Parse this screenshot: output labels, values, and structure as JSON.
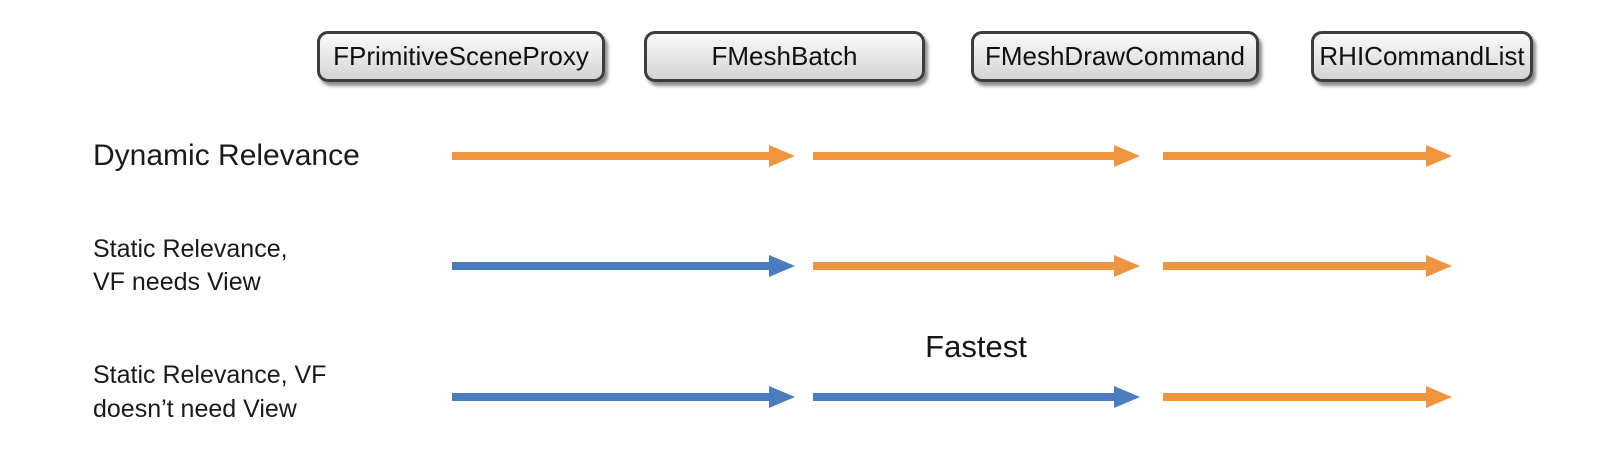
{
  "diagram": {
    "stage_boxes": [
      {
        "label": "FPrimitiveSceneProxy"
      },
      {
        "label": "FMeshBatch"
      },
      {
        "label": "FMeshDrawCommand"
      },
      {
        "label": "RHICommandList"
      }
    ],
    "rows": [
      {
        "label_lines": [
          "Dynamic Relevance"
        ],
        "arrows": [
          "orange",
          "orange",
          "orange"
        ]
      },
      {
        "label_lines": [
          "Static Relevance,",
          "VF needs View"
        ],
        "arrows": [
          "blue",
          "orange",
          "orange"
        ]
      },
      {
        "label_lines": [
          "Static Relevance, VF",
          "doesn’t need View"
        ],
        "arrows": [
          "blue",
          "blue",
          "orange"
        ]
      }
    ],
    "annotation": {
      "fastest_label": "Fastest"
    },
    "colors": {
      "orange": "#F0953F",
      "blue": "#4A7CBF"
    }
  }
}
